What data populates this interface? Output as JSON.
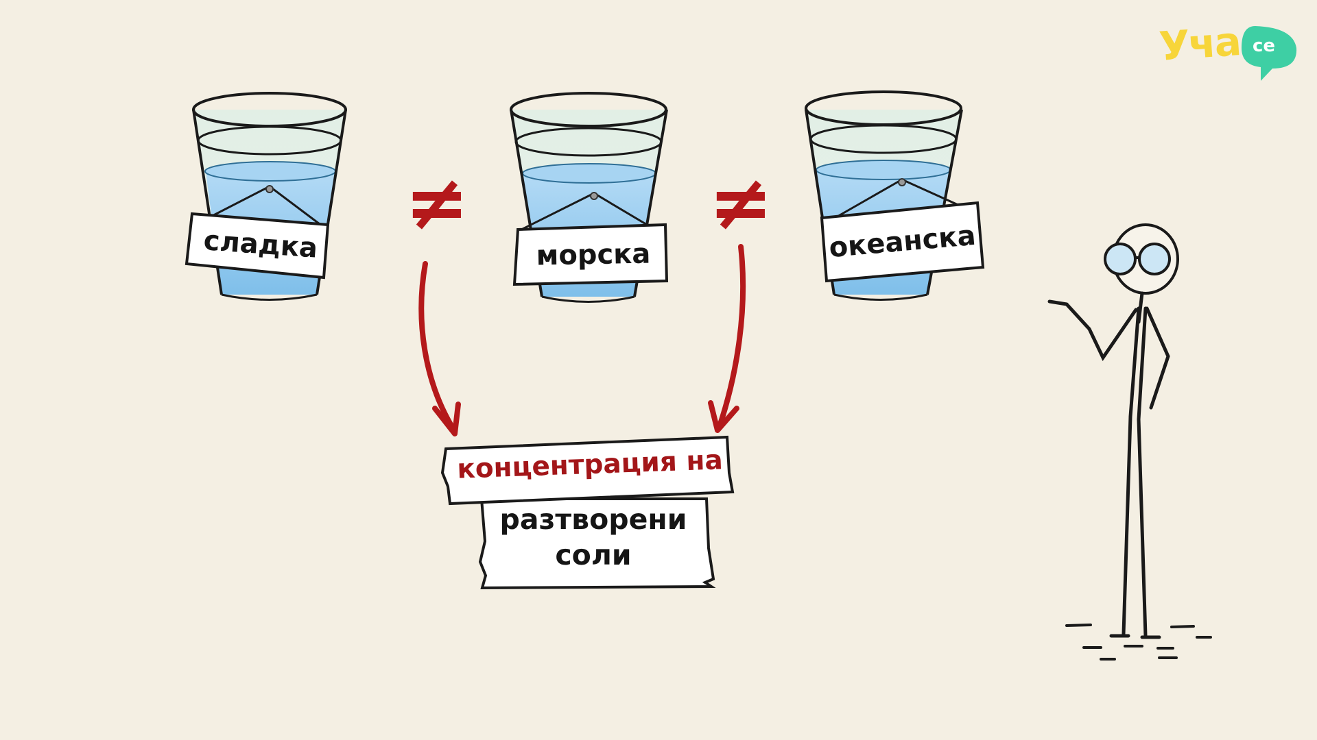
{
  "glasses": [
    {
      "label": "сладка"
    },
    {
      "label": "морска"
    },
    {
      "label": "океанска"
    }
  ],
  "relations": {
    "not_equal_symbol": "≠"
  },
  "concept": {
    "title": "концентрация на",
    "subtitle_line1": "разтворени",
    "subtitle_line2": "соли"
  },
  "logo": {
    "main": "Уча",
    "suffix": "се"
  },
  "colors": {
    "background": "#f4efe3",
    "accent_red": "#b4191b",
    "water_blue": "#8cc7ee",
    "logo_yellow": "#f7d53a",
    "logo_green": "#3ecfa4"
  }
}
